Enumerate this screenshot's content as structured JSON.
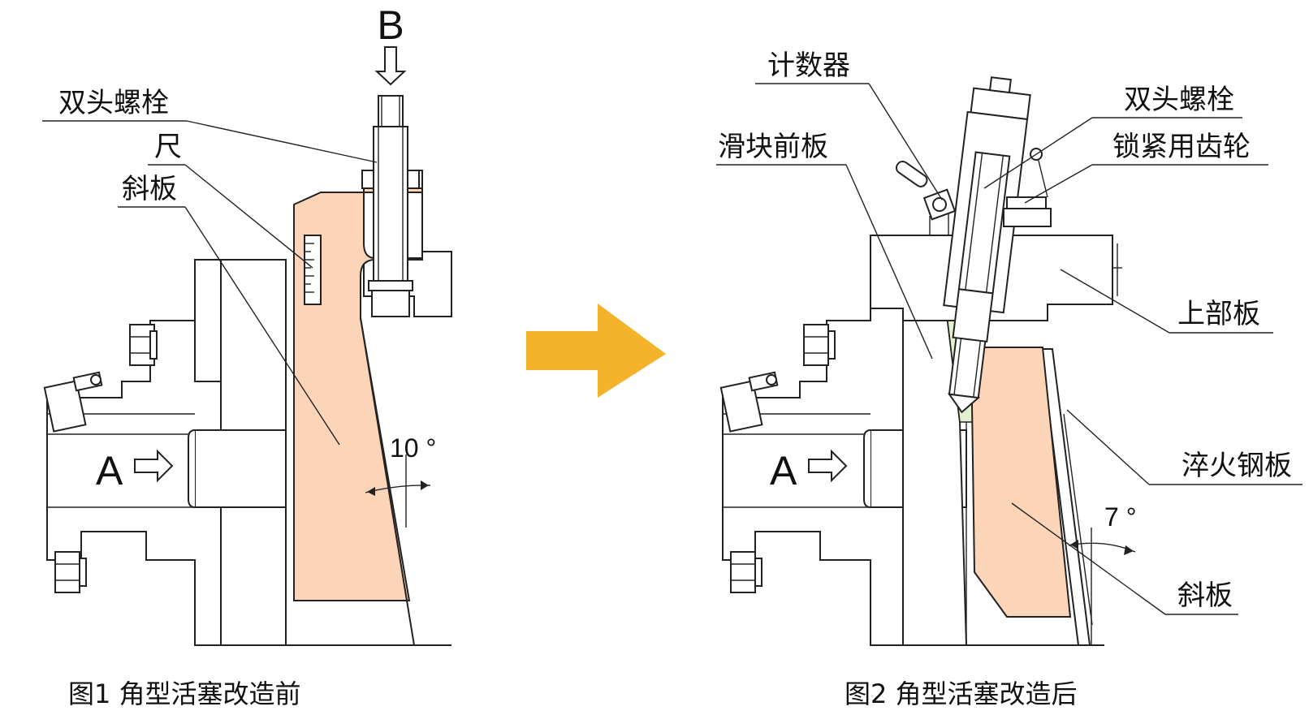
{
  "fig1": {
    "caption": "图1  角型活塞改造前",
    "label_b": "B",
    "label_a": "A",
    "label_stud_bolt": "双头螺栓",
    "label_ruler": "尺",
    "label_wedge": "斜板",
    "angle": "10 °"
  },
  "fig2": {
    "caption": "图2  角型活塞改造后",
    "label_a": "A",
    "label_counter": "计数器",
    "label_stud_bolt": "双头螺栓",
    "label_slide_front_plate": "滑块前板",
    "label_lock_gear": "锁紧用齿轮",
    "label_upper_plate": "上部板",
    "label_hardened_plate": "淬火钢板",
    "label_wedge": "斜板",
    "angle": "7 °"
  },
  "colors": {
    "wedge_fill": "#fcd5b8",
    "arrow_fill": "#f4b32b",
    "hardened_strip": "#e3f0cf"
  }
}
